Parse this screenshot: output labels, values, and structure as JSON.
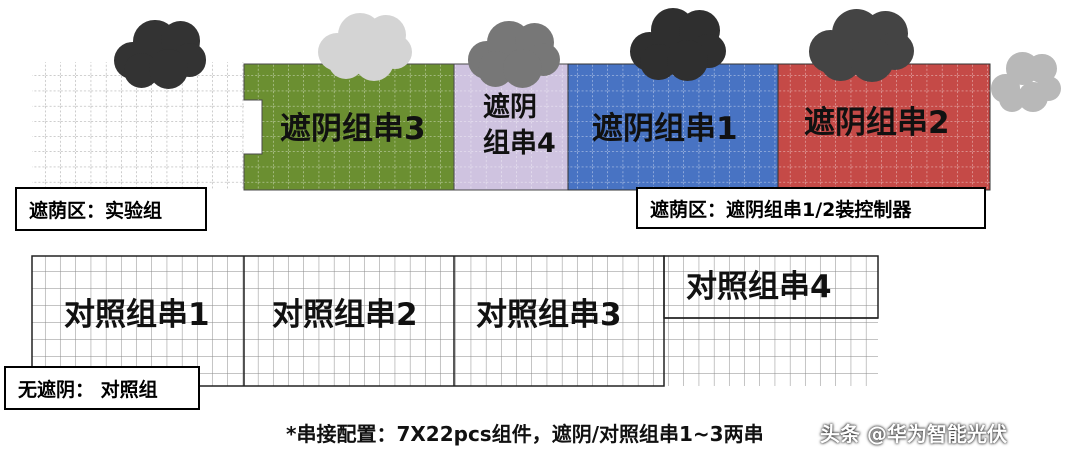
{
  "experiment": {
    "strings": [
      {
        "label": "遮阴组串3",
        "color": "#6b8f31"
      },
      {
        "label_line1": "遮阴",
        "label_line2": "组串4",
        "color": "#cfc3e0"
      },
      {
        "label": "遮阴组串1",
        "color": "#4873c3"
      },
      {
        "label": "遮阴组串2",
        "color": "#c54a47"
      }
    ],
    "zone_label": "遮荫区：实验组",
    "controller_label": "遮荫区：遮阴组串1/2装控制器"
  },
  "control": {
    "strings": [
      {
        "label": "对照组串1"
      },
      {
        "label": "对照组串2"
      },
      {
        "label": "对照组串3"
      },
      {
        "label": "对照组串4"
      }
    ],
    "zone_label": "无遮阴： 对照组"
  },
  "footnote": "*串接配置：7X22pcs组件，遮阴/对照组串1~3两串",
  "watermark": "头条 @华为智能光伏",
  "clouds": [
    {
      "name": "cloud-dark",
      "color": "#333333"
    },
    {
      "name": "cloud-light",
      "color": "#d4d4d4"
    },
    {
      "name": "cloud-mid",
      "color": "#777777"
    },
    {
      "name": "cloud-dark",
      "color": "#2f2f2f"
    },
    {
      "name": "cloud-dark",
      "color": "#444444"
    },
    {
      "name": "cloud-light",
      "color": "#b8b8b8"
    }
  ]
}
